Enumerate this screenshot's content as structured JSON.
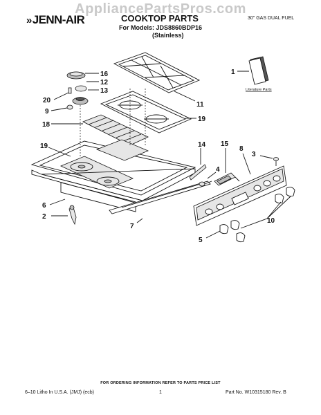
{
  "watermark": "AppliancePartsPros.com",
  "brand": {
    "logo_text": "JENN-AIR",
    "logo_mark": "»"
  },
  "header": {
    "title": "COOKTOP PARTS",
    "models_line": "For Models: JDS8860BDP16",
    "finish": "(Stainless)",
    "product_type": "30\" GAS DUAL FUEL"
  },
  "literature": {
    "label": "Literature Parts"
  },
  "callouts": [
    {
      "number": "1"
    },
    {
      "number": "2"
    },
    {
      "number": "3"
    },
    {
      "number": "4"
    },
    {
      "number": "5"
    },
    {
      "number": "6"
    },
    {
      "number": "7"
    },
    {
      "number": "8"
    },
    {
      "number": "9"
    },
    {
      "number": "10"
    },
    {
      "number": "11"
    },
    {
      "number": "12"
    },
    {
      "number": "13"
    },
    {
      "number": "14"
    },
    {
      "number": "15"
    },
    {
      "number": "16"
    },
    {
      "number": "18"
    },
    {
      "number": "19"
    },
    {
      "number": "19"
    },
    {
      "number": "20"
    }
  ],
  "footer": {
    "ordering_note": "FOR ORDERING INFORMATION REFER TO PARTS PRICE LIST",
    "print_info": "6–10 Litho In U.S.A. (JMJ) (ecb)",
    "page_number": "1",
    "part_number": "Part No. W10315180 Rev. B"
  }
}
